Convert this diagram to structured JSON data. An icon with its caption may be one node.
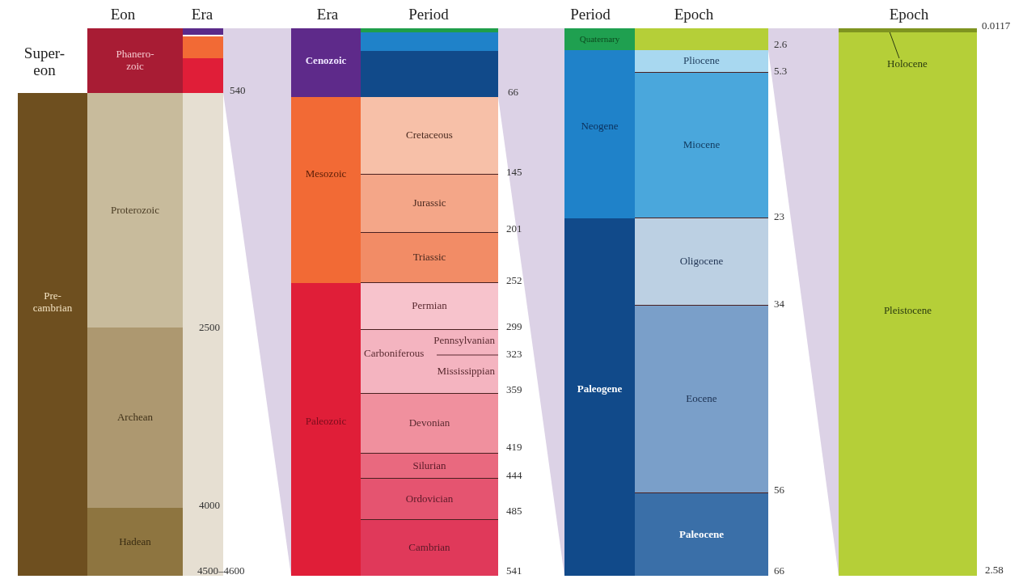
{
  "diagram": {
    "nodes": [
      {
        "text": [
          "Pre-cambrian"
        ]
      },
      {
        "text": [
          "Phanero-zoic"
        ]
      },
      {
        "text": [
          "Proterozoic"
        ]
      },
      {
        "text": [
          "Archean"
        ]
      },
      {
        "text": [
          "Hadean"
        ]
      },
      {
        "text": [],
        "shape": "bar"
      },
      {
        "text": [],
        "shape": "bar"
      },
      {
        "text": [],
        "shape": "bar"
      },
      {
        "text": [],
        "shape": "bar"
      },
      {
        "text": [
          "Cenozoic"
        ]
      },
      {
        "text": [
          "Mesozoic"
        ]
      },
      {
        "text": [
          "Paleozoic"
        ]
      },
      {
        "text": [],
        "shape": "bar"
      },
      {
        "text": [],
        "shape": "bar"
      },
      {
        "text": [],
        "shape": "bar"
      },
      {
        "text": [
          "Cretaceous"
        ]
      },
      {
        "text": [
          "Jurassic"
        ]
      },
      {
        "text": [
          "Triassic"
        ]
      },
      {
        "text": [
          "Permian"
        ]
      },
      {
        "text": [
          "Pennsylvanian",
          "Carboniferous",
          "Mississippian"
        ]
      },
      {
        "text": [
          "Devonian"
        ]
      },
      {
        "text": [
          "Silurian"
        ]
      },
      {
        "text": [
          "Ordovician"
        ]
      },
      {
        "text": [
          "Cambrian"
        ]
      },
      {
        "text": [
          "Quaternary"
        ]
      },
      {
        "text": [
          "Neogene"
        ]
      },
      {
        "text": [
          "Paleogene"
        ]
      },
      {
        "text": [],
        "shape": "bar"
      },
      {
        "text": [
          "Pliocene"
        ]
      },
      {
        "text": [
          "Miocene"
        ]
      },
      {
        "text": [
          "Oligocene"
        ]
      },
      {
        "text": [
          "Eocene"
        ]
      },
      {
        "text": [
          "Paleocene"
        ]
      },
      {
        "text": [],
        "shape": "bar"
      },
      {
        "text": [
          "Pleistocene"
        ]
      },
      {
        "text": [
          "Holocene"
        ],
        "in": 34
      }
    ],
    "edges": [
      {
        "from": 35,
        "to": 33,
        "arrow": "none"
      }
    ],
    "labels": [
      "Eon",
      "Era",
      "Era",
      "Period",
      "Period",
      "Epoch",
      "Epoch",
      "0.0117",
      "Super-eon",
      "540",
      "66",
      "145",
      "2.6",
      "5.3",
      "201",
      "23",
      "252",
      "34",
      "2500",
      "299",
      "323",
      "359",
      "419",
      "444",
      "56",
      "4000",
      "485",
      "4500–4600",
      "541",
      "66",
      "2.58"
    ]
  }
}
